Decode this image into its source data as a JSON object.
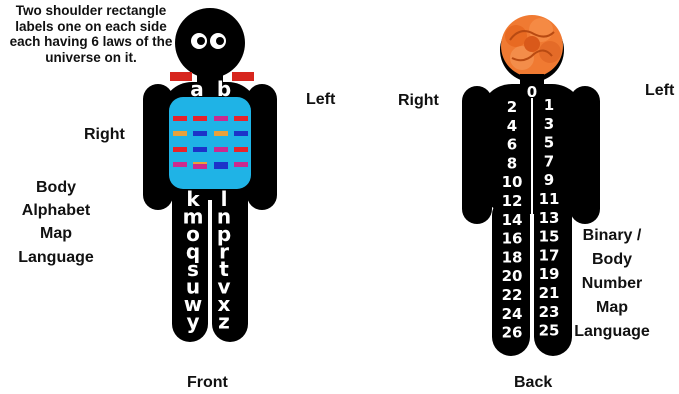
{
  "labels": {
    "note": "Two shoulder rectangle labels one on each side each having 6 laws of the universe on it.",
    "front_left": "Left",
    "front_right": "Right",
    "body_alphabet": "Body Alphabet Map Language",
    "front": "Front",
    "back_right": "Right",
    "back_left": "Left",
    "binary_body": "Binary / Body Number Map Language",
    "back": "Back"
  },
  "front_letters": {
    "left_column": [
      "a",
      "k",
      "m",
      "o",
      "q",
      "s",
      "u",
      "w",
      "y"
    ],
    "right_column": [
      "b",
      "l",
      "n",
      "p",
      "r",
      "t",
      "v",
      "x",
      "z"
    ]
  },
  "back_numbers": {
    "top": "0",
    "left_column": [
      "2",
      "4",
      "6",
      "8",
      "10",
      "12",
      "14",
      "16",
      "18",
      "20",
      "22",
      "24",
      "26"
    ],
    "right_column": [
      "1",
      "3",
      "5",
      "7",
      "9",
      "11",
      "13",
      "15",
      "17",
      "19",
      "21",
      "23",
      "25"
    ]
  },
  "colors": {
    "body": "#000000",
    "shoulder_rect": "#d7261e",
    "chest_panel": "#1fb3e6",
    "hair": "#f07a32",
    "bar_red": "#e8222a",
    "bar_orange": "#e8a23a",
    "bar_blue": "#1c33c9",
    "bar_magenta": "#cc2a8e"
  }
}
